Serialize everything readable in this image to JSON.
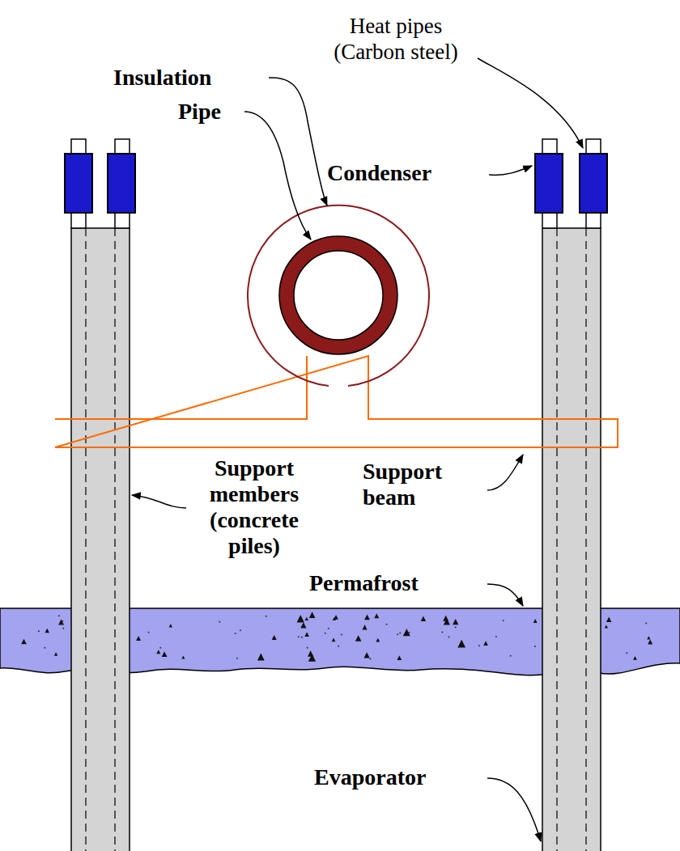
{
  "diagram": {
    "labels": [
      "Heat pipes (Carbon steel)",
      "Insulation",
      "Pipe",
      "Condenser",
      "Support members (concrete piles)",
      "Support beam",
      "Permafrost",
      "Evaporator"
    ]
  }
}
